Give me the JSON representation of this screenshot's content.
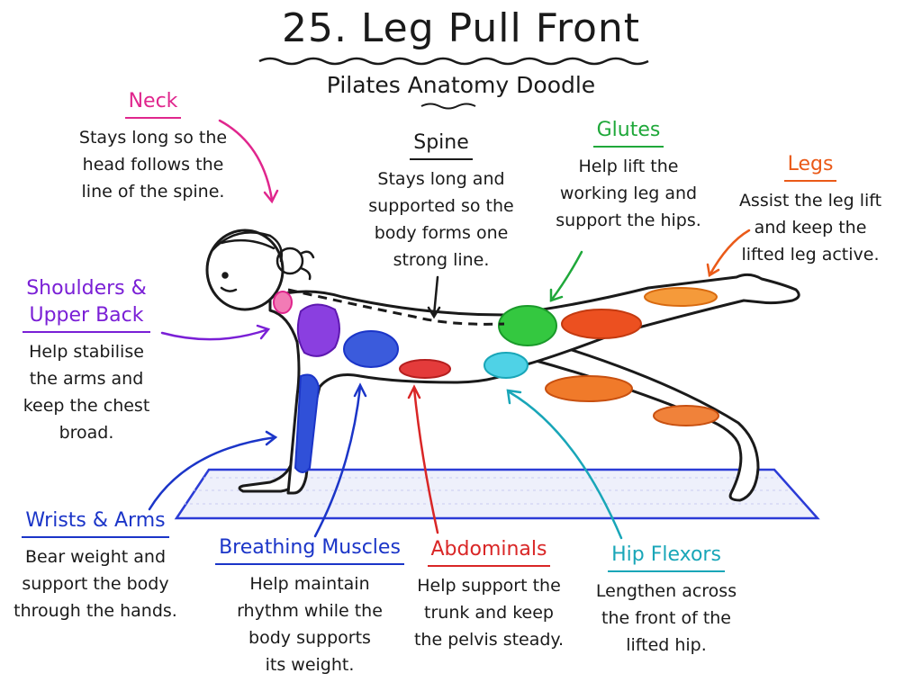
{
  "title": "25. Leg Pull Front",
  "subtitle": "Pilates Anatomy Doodle",
  "colors": {
    "neck": "#e0268d",
    "spine": "#1a1a1a",
    "glutes": "#1fa83a",
    "legs": "#ea5a18",
    "shoulders": "#7a1fd6",
    "wrists": "#1b35c8",
    "breathing": "#1b35c8",
    "abdominals": "#d92626",
    "hip_flexors": "#19a6b8",
    "mat": "#2b3bd6"
  },
  "labels": {
    "neck": {
      "heading": "Neck",
      "text": "Stays long so the\nhead follows the\nline of the spine."
    },
    "spine": {
      "heading": "Spine",
      "text": "Stays long and\nsupported so the\nbody forms one\nstrong line."
    },
    "glutes": {
      "heading": "Glutes",
      "text": "Help lift the\nworking leg and\nsupport the hips."
    },
    "legs": {
      "heading": "Legs",
      "text": "Assist the leg lift\nand keep the\nlifted leg active."
    },
    "shoulders": {
      "heading": "Shoulders &\nUpper Back",
      "text": "Help stabilise\nthe arms and\nkeep the chest\nbroad."
    },
    "wrists": {
      "heading": "Wrists & Arms",
      "text": "Bear weight and\nsupport the body\nthrough the hands."
    },
    "breathing": {
      "heading": "Breathing Muscles",
      "text": "Help maintain\nrhythm while the\nbody supports\nits weight."
    },
    "abdominals": {
      "heading": "Abdominals",
      "text": "Help support the\ntrunk and keep\nthe pelvis steady."
    },
    "hip_flexors": {
      "heading": "Hip Flexors",
      "text": "Lengthen across\nthe front of the\nlifted hip."
    }
  }
}
